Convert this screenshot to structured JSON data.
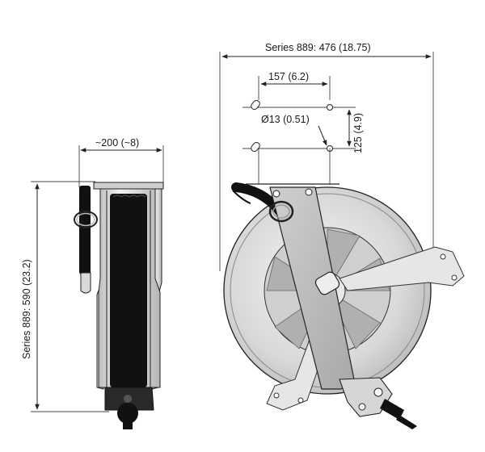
{
  "dimensions": {
    "overall_width": "Series 889: 476 (18.75)",
    "side_width": "~200 (~8)",
    "overall_height": "Series 889: 590 (23.2)",
    "hole_spacing_horizontal": "157 (6.2)",
    "hole_spacing_vertical": "125 (4.9)",
    "hole_diameter": "Ø13 (0.51)"
  },
  "colors": {
    "line": "#222222",
    "metal_light": "#e6e6e6",
    "metal_mid": "#c9c9c9",
    "metal_dark": "#9a9a9a",
    "hose": "#111111"
  }
}
